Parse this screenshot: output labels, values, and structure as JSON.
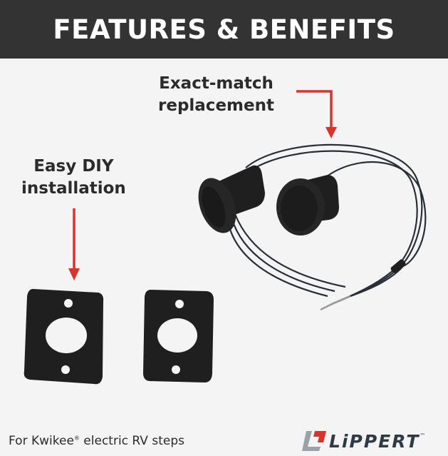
{
  "header": {
    "title": "FEATURES & BENEFITS"
  },
  "callouts": {
    "exact_line1": "Exact-match",
    "exact_line2": "replacement",
    "diy_line1": "Easy DIY",
    "diy_line2": "installation"
  },
  "footer": {
    "note_before": "For Kwikee",
    "note_mark": "®",
    "note_after": " electric RV steps"
  },
  "logo": {
    "text": "LiPPERT",
    "trademark": "™"
  },
  "colors": {
    "header_bg": "#333333",
    "arrow": "#d9342b",
    "part": "#1f1f1f",
    "brand": "#2e3a46"
  },
  "icons": {
    "arrow": "down-arrow-icon",
    "logo": "lippert-logo-icon"
  }
}
